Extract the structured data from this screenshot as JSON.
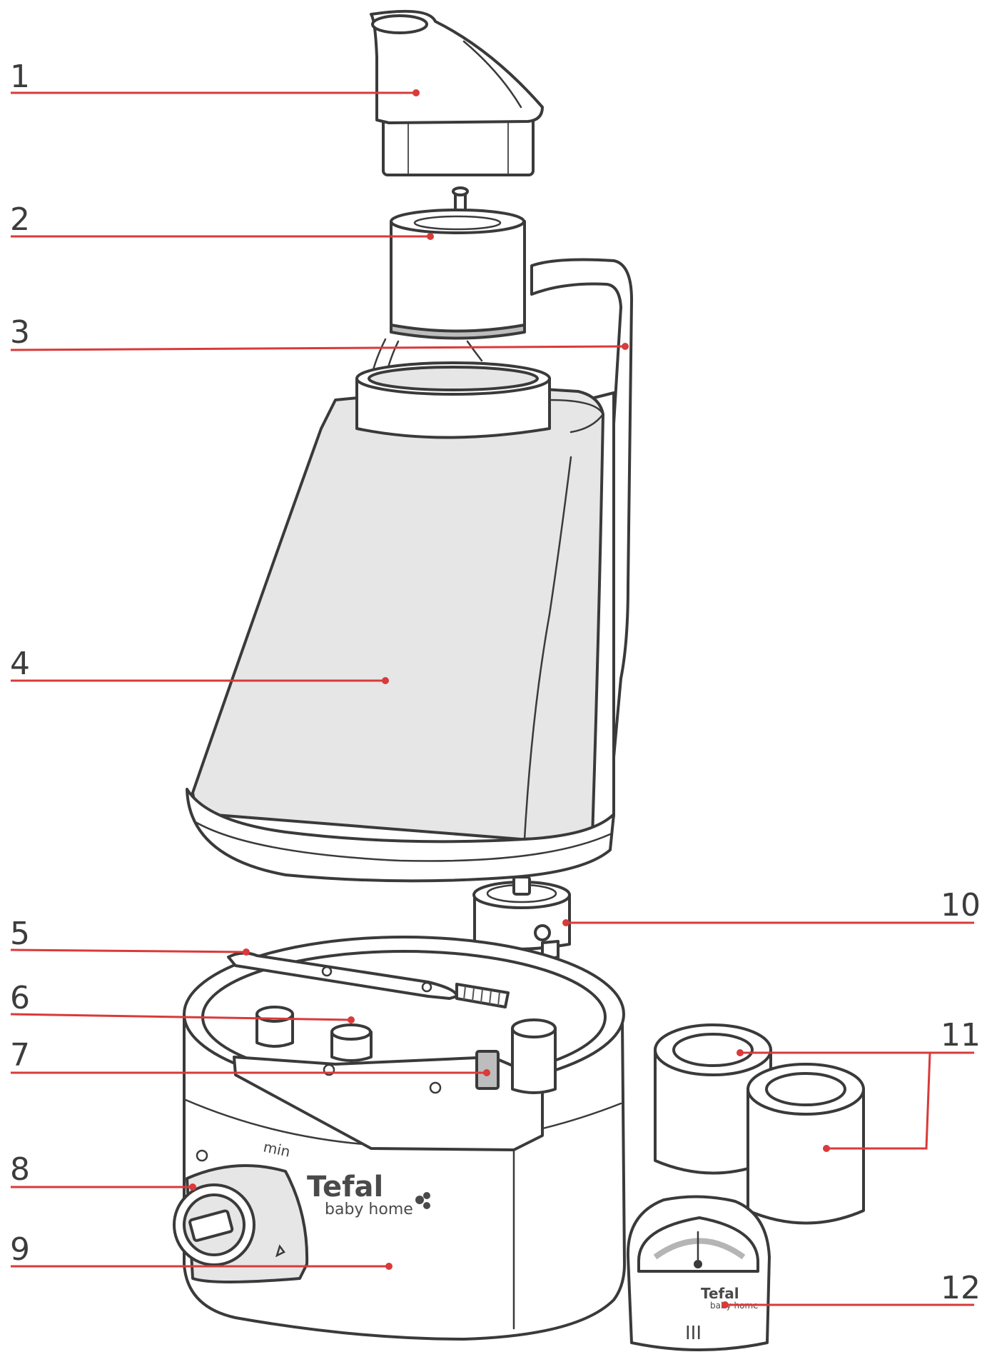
{
  "diagram": {
    "callouts": [
      {
        "label": "1"
      },
      {
        "label": "2"
      },
      {
        "label": "3"
      },
      {
        "label": "4"
      },
      {
        "label": "5"
      },
      {
        "label": "6"
      },
      {
        "label": "7"
      },
      {
        "label": "8"
      },
      {
        "label": "9"
      },
      {
        "label": "10"
      },
      {
        "label": "11"
      },
      {
        "label": "12"
      }
    ],
    "base": {
      "brand": "Tefal",
      "brand_sub": "baby home",
      "dial_min": "min"
    },
    "hygrometer": {
      "brand": "Tefal",
      "brand_sub": "baby home",
      "roman": "III"
    },
    "colors": {
      "leader": "#d93a3a",
      "outline": "#3a3a3a",
      "tank_fill": "#e6e6e6"
    }
  }
}
